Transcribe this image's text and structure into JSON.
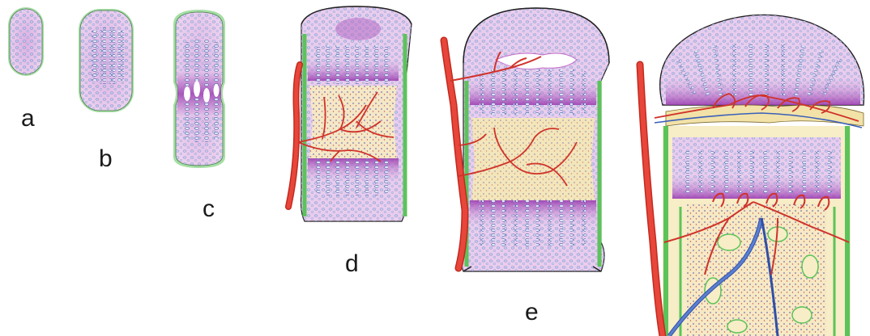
{
  "figure": {
    "labels": [
      "a",
      "b",
      "c",
      "d",
      "e"
    ]
  },
  "colors": {
    "cartilage": "#e6c3ea",
    "cartilage_dark": "#b46cc4",
    "hypertrophic_zone": "#a94fb8",
    "cell": "#b9c7ea",
    "cell_outline": "#5a6fb0",
    "periosteum": "#5cc35a",
    "marrow": "#f4e8b8",
    "artery": "#e23a2e",
    "vein": "#3a5fb8",
    "outline": "#222222"
  }
}
